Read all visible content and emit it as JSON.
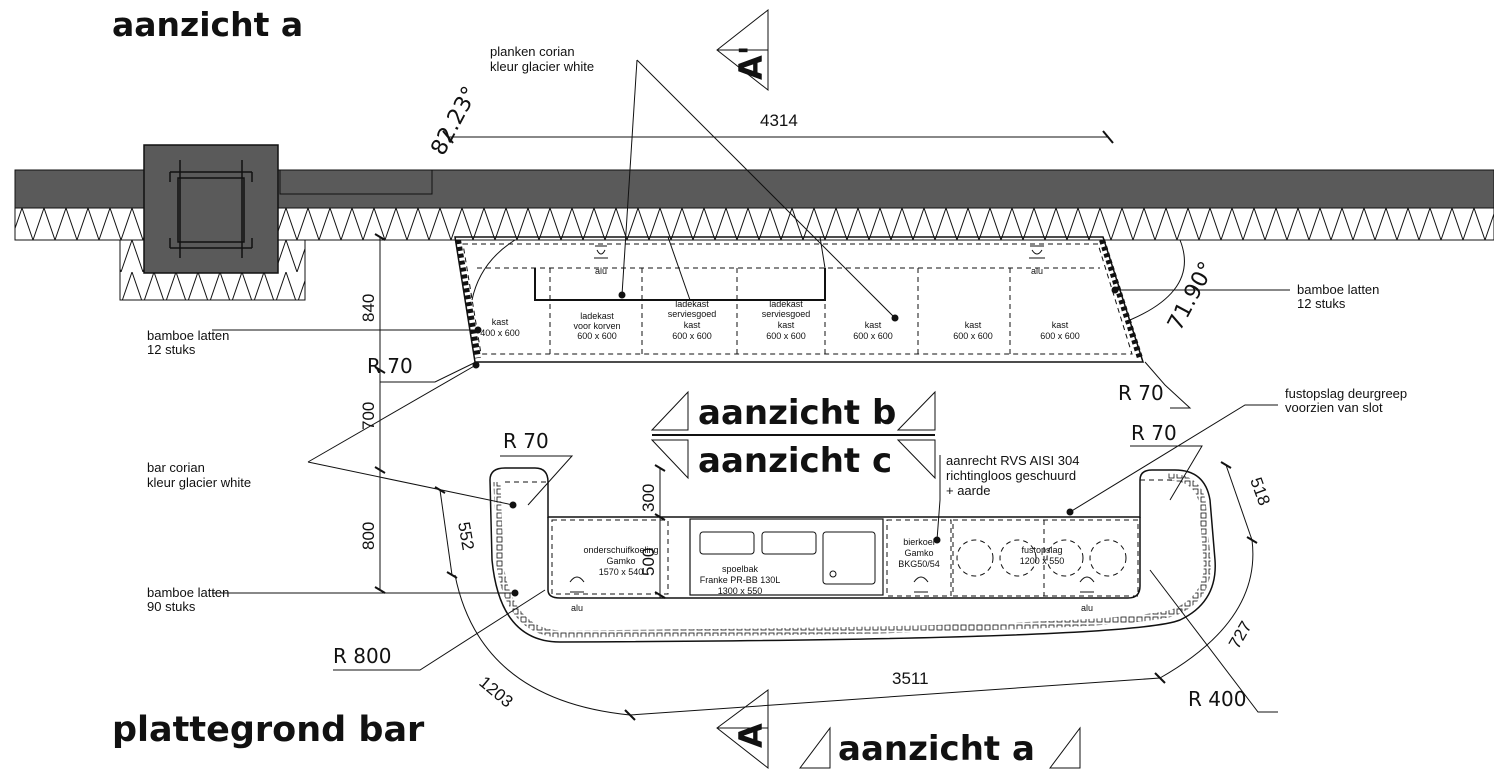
{
  "headings": {
    "view_a_top": "aanzicht a",
    "view_b": "aanzicht b",
    "view_c": "aanzicht c",
    "floorplan": "plattegrond bar",
    "view_a_bottom": "aanzicht a",
    "section_top": "A'",
    "section_bottom": "A"
  },
  "callouts": {
    "shelves_1": "planken corian",
    "shelves_2": "kleur glacier white",
    "bamboo_left_1": "bamboe latten",
    "bamboo_left_2": "12 stuks",
    "bamboo_right_1": "bamboe latten",
    "bamboo_right_2": "12 stuks",
    "bar_1": "bar corian",
    "bar_2": "kleur glacier white",
    "bamboo_bar_1": "bamboe latten",
    "bamboo_bar_2": "90 stuks",
    "keg_1": "fustopslag deurgreep",
    "keg_2": "voorzien van slot",
    "counter_1": "aanrecht RVS AISI 304",
    "counter_2": "richtingloos geschuurd",
    "counter_3": "+ aarde"
  },
  "dimensions": {
    "top_length": "4314",
    "d840": "840",
    "d700": "700",
    "d800": "800",
    "d300": "300",
    "d500": "500",
    "d552": "552",
    "d518": "518",
    "d727": "727",
    "d1203": "1203",
    "d3511": "3511"
  },
  "radii": {
    "r70_left": "R 70",
    "r70_right": "R 70",
    "r70_bar_left": "R 70",
    "r70_bar_right": "R 70",
    "r800": "R 800",
    "r400": "R 400"
  },
  "angles": {
    "left": "82.23°",
    "right": "71.90°"
  },
  "back_cabinets": [
    {
      "title": "",
      "name": "kast",
      "size": "400 x 600"
    },
    {
      "title": "ladekast",
      "name": "voor korven",
      "size": "600 x 600"
    },
    {
      "title": "ladekast",
      "name": "serviesgoed",
      "sub": "kast",
      "size": "600 x 600"
    },
    {
      "title": "ladekast",
      "name": "serviesgoed",
      "sub": "kast",
      "size": "600 x 600"
    },
    {
      "title": "",
      "name": "kast",
      "size": "600 x 600"
    },
    {
      "title": "",
      "name": "kast",
      "size": "600 x 600"
    },
    {
      "title": "",
      "name": "kast",
      "size": "600 x 600"
    }
  ],
  "alu": {
    "back_left": "alu",
    "back_right": "alu",
    "bar_left": "alu",
    "bar_right": "alu"
  },
  "bar_units": {
    "cooler_1": "onderschuifkoeling",
    "cooler_2": "Gamko",
    "cooler_3": "1570 x 540",
    "sink_1": "spoelbak",
    "sink_2": "Franke PR-BB 130L",
    "sink_3": "1300 x 550",
    "beer_1": "bierkoel",
    "beer_2": "Gamko",
    "beer_3": "BKG50/54",
    "keg_1": "fustopslag",
    "keg_2": "1200 x 550"
  },
  "colors": {
    "wall": "#5a5a5a",
    "ink": "#111111"
  }
}
